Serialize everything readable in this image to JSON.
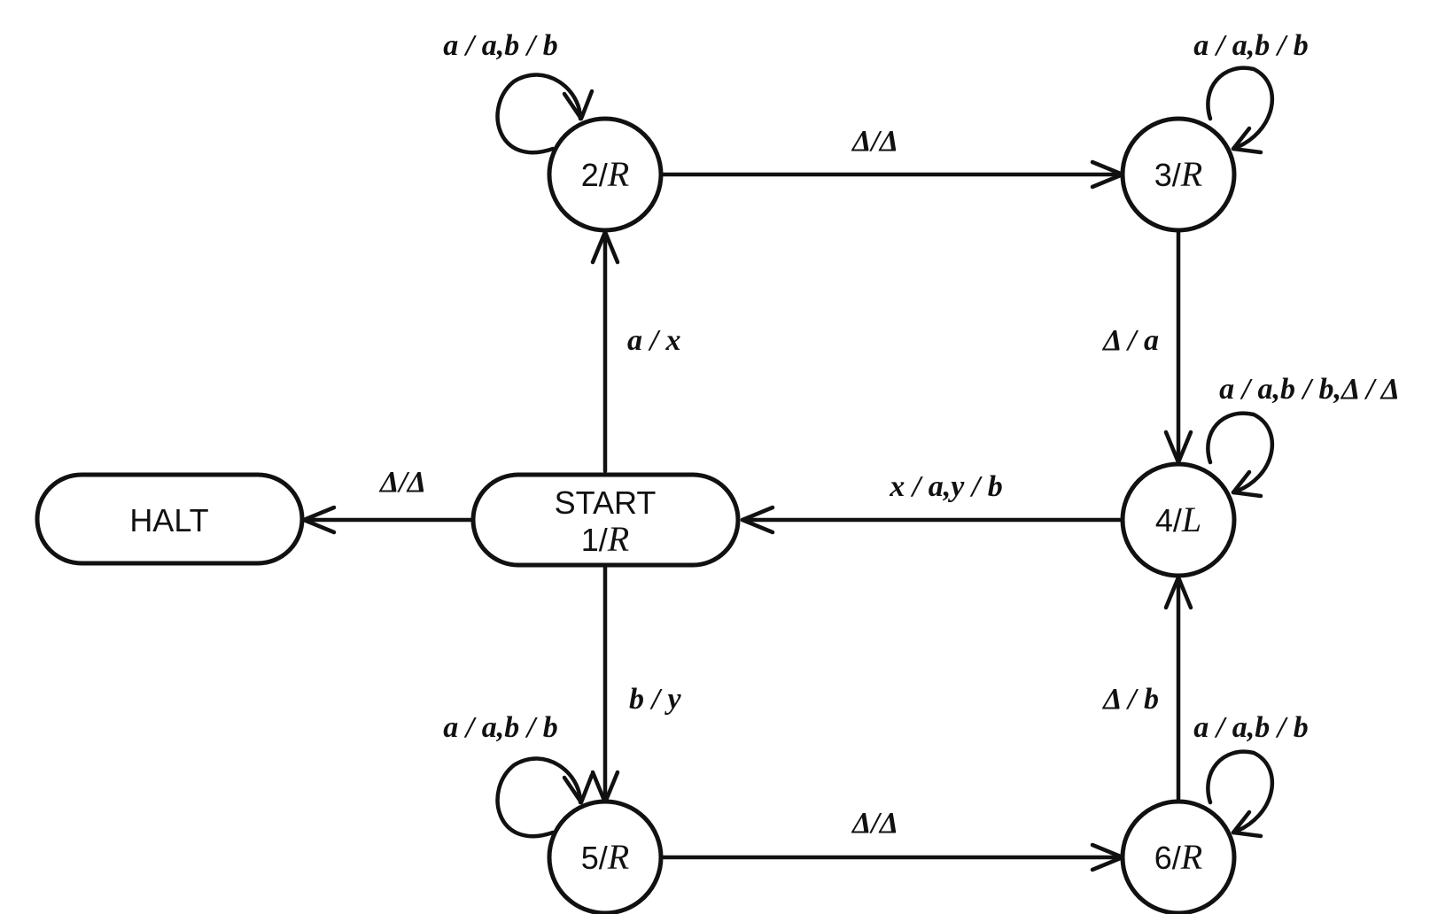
{
  "nodes": {
    "start": {
      "top": "START",
      "num": "1/",
      "dir": "R"
    },
    "halt": {
      "label": "HALT"
    },
    "s2": {
      "num": "2/",
      "dir": "R"
    },
    "s3": {
      "num": "3/",
      "dir": "R"
    },
    "s4": {
      "num": "4/",
      "dir": "L"
    },
    "s5": {
      "num": "5/",
      "dir": "R"
    },
    "s6": {
      "num": "6/",
      "dir": "R"
    }
  },
  "edges": {
    "start_to_halt": "Δ/Δ",
    "start_to_s2": "a / x",
    "start_to_s5": "b / y",
    "s2_to_s3": "Δ/Δ",
    "s3_to_s4": "Δ / a",
    "s4_to_start": "x / a,y / b",
    "s5_to_s6": "Δ/Δ",
    "s6_to_s4": "Δ / b",
    "s2_loop": "a / a,b / b",
    "s3_loop": "a / a,b / b",
    "s4_loop": "a / a,b / b,Δ / Δ",
    "s5_loop": "a / a,b / b",
    "s6_loop": "a / a,b / b"
  }
}
